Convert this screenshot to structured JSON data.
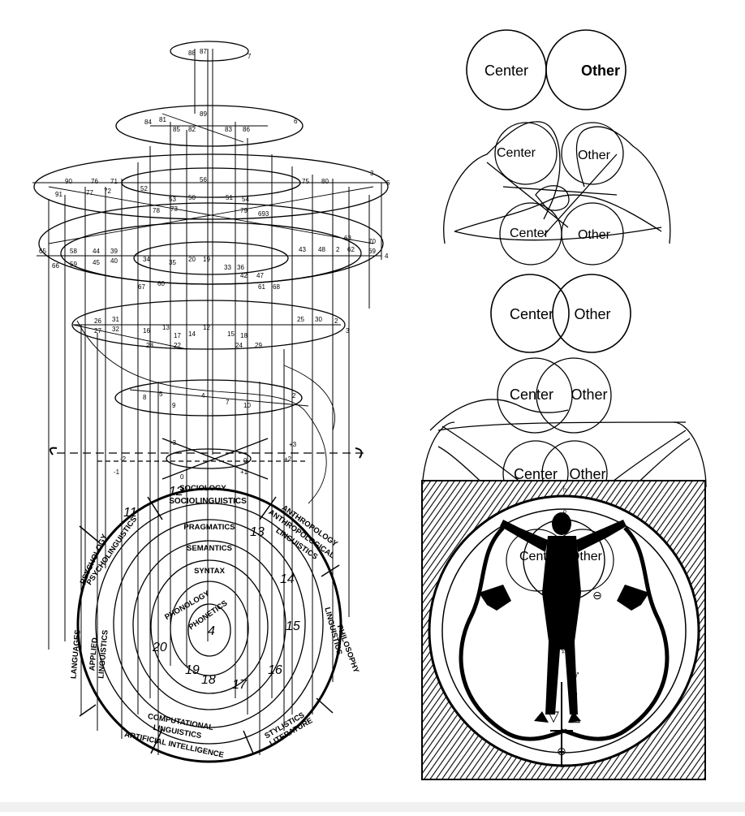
{
  "left_diagram": {
    "disk_labels": {
      "sociology": "SOCIOLOGY",
      "sociolinguistics": "SOCIOLINGUISTICS",
      "pragmatics": "PRAGMATICS",
      "semantics": "SEMANTICS",
      "syntax": "SYNTAX",
      "phonology": "PHONOLOGY",
      "phonetics": "PHONETICS",
      "psychology": "PSYCHOLOGY",
      "psycholinguistics": "PSYCHOLINGUISTICS",
      "anthropology": "ANTHROPOLOGY",
      "anthropological_linguistics_1": "ANTHROPOLOGICAL",
      "anthropological_linguistics_2": "LINGUISTICS",
      "philosophy": "PHILOSOPHY",
      "philosophical_linguistics": "LINGUISTICS",
      "languages": "LANGUAGES",
      "applied_1": "APPLIED",
      "applied_2": "LINGUISTICS",
      "computational_1": "COMPUTATIONAL",
      "computational_2": "LINGUISTICS",
      "artificial_intelligence": "ARTIFICIAL INTELLIGENCE",
      "stylistics": "STYLISTICS",
      "literature": "LITERATURE"
    },
    "handwritten_numbers": [
      "11",
      "12",
      "13",
      "14",
      "15",
      "16",
      "17",
      "18",
      "19",
      "20",
      "4"
    ]
  },
  "right_diagram": {
    "circle_labels": {
      "center": "Center",
      "other": "Other"
    },
    "symbols": [
      "♄",
      "♀",
      "♃",
      "☉",
      "☿",
      "♂",
      "☽",
      "▽",
      "△",
      "⊕",
      "⊖"
    ]
  }
}
